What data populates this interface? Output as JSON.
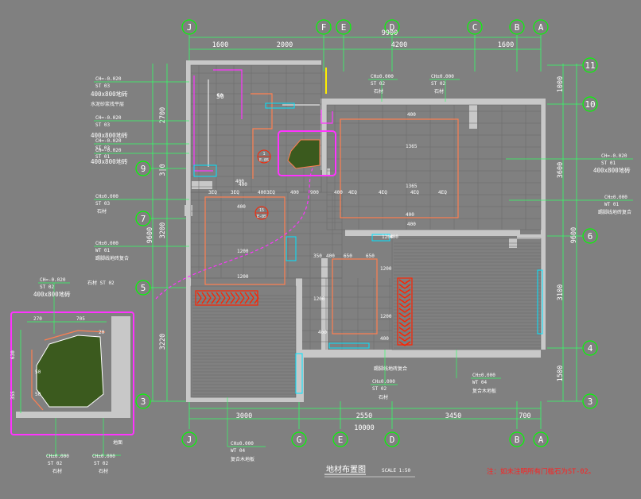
{
  "colors": {
    "background": "#808080",
    "wall": "#c8c8c8",
    "grid_marker": "#00ff00",
    "dimension": "#33ff66",
    "magenta": "#ff33ff",
    "orange": "#ff7f50",
    "white": "#ffffff",
    "cyan": "#00e5ff",
    "red": "#ff2200",
    "yellow": "#ffee00",
    "note_red": "#ff2020",
    "tile_line": "#6a6a6a",
    "stone_fill": "#3b5a1e"
  },
  "grid": {
    "top": [
      "J",
      "F",
      "E",
      "D",
      "C",
      "B",
      "A"
    ],
    "bottom": [
      "J",
      "G",
      "E",
      "D",
      "B",
      "A"
    ],
    "right": [
      "11",
      "10",
      "6",
      "4",
      "3"
    ],
    "left": [
      "9",
      "7",
      "5",
      "3"
    ]
  },
  "dimensions": {
    "top_overall": "9900",
    "top_segments": [
      "1600",
      "2000",
      "4200",
      "1600"
    ],
    "bottom_segments": [
      "3000",
      "2550",
      "3450",
      "700"
    ],
    "bottom_overall": "10000",
    "left_overall": "9600",
    "left_segments": [
      "2700",
      "3|0",
      "3200",
      "3220"
    ],
    "right_overall": "9600",
    "right_segments": [
      "1000",
      "3600",
      "3100",
      "1500"
    ],
    "plan_small": [
      "50",
      "400",
      "400",
      "400",
      "900",
      "400",
      "400",
      "1200",
      "1200",
      "400",
      "350",
      "400",
      "650",
      "650",
      "1200",
      "1200",
      "400",
      "400",
      "1365",
      "1365",
      "400",
      "400",
      "1200",
      "400",
      "1200",
      "400"
    ],
    "tile_run_labels": [
      "3EQ",
      "3EQ",
      "3EQ",
      "4EQ",
      "4EQ",
      "4EQ",
      "4EQ"
    ]
  },
  "detail": {
    "dims": [
      "270",
      "705",
      "630",
      "355",
      "50",
      "50",
      "20"
    ],
    "tag_top_label": "石材 ST 02",
    "tag_top_code_1": "CH=-0.020",
    "tag_top_code_2": "ST 02",
    "tag_top_spec": "400x800地砖",
    "tag_bl_code_1": "CH±0.000",
    "tag_bl_code_2": "ST 02",
    "tag_bl_note": "石材",
    "tag_br_code_1": "CH±0.000",
    "tag_br_code_2": "ST 02",
    "tag_br_note": "石材",
    "side_note": "地面"
  },
  "tags": {
    "l1_code_1": "CH=-0.020",
    "l1_code_2": "ST 03",
    "l1_spec": "400x800地砖",
    "l1_note": "水泥砂浆找平层",
    "l2_code_1": "CH=-0.020",
    "l2_code_2": "ST 03",
    "l3_code_1": "CH=-0.020",
    "l3_code_2": "ST 03",
    "l3_spec": "400x800地砖",
    "l4_code_1": "CH=-0.020",
    "l4_code_2": "ST 01",
    "l4_spec": "400x800地砖",
    "l5_code_1": "CH±0.000",
    "l5_code_2": "ST 03",
    "l5_note": "石材",
    "l6_code_1": "CH±0.000",
    "l6_code_2": "WT 01",
    "l6_note": "踢脚线地砖复合",
    "t1_code_1": "CH±0.000",
    "t1_code_2": "ST 02",
    "t1_note": "石材",
    "t2_code_1": "CH±0.000",
    "t2_code_2": "ST 02",
    "t2_note": "石材",
    "r1_code_1": "CH=-0.020",
    "r1_code_2": "ST 01",
    "r1_spec": "400x800地砖",
    "r2_code_1": "CH±0.000",
    "r2_code_2": "WT 01",
    "r2_note": "踢脚线地砖复合",
    "c1_note": "踢脚线地砖复合",
    "c2_code_1": "CH±0.000",
    "c2_code_2": "ST 02",
    "c2_note": "石材",
    "c3_code_1": "CH±0.000",
    "c3_code_2": "WT 04",
    "c3_note": "复合木地板",
    "b1_code_1": "CH±0.000",
    "b1_code_2": "WT 04",
    "b1_note": "复合木地板"
  },
  "plan_marks": {
    "section_1_top": "1",
    "section_1_bottom": "E-05",
    "section_2_top": "15",
    "section_2_bottom": "E-05",
    "elev_1": "50"
  },
  "title_block": {
    "title": "地材布置图",
    "scale": "SCALE  1:50"
  },
  "note": "注：如未注明所有门槛石为ST-02。"
}
